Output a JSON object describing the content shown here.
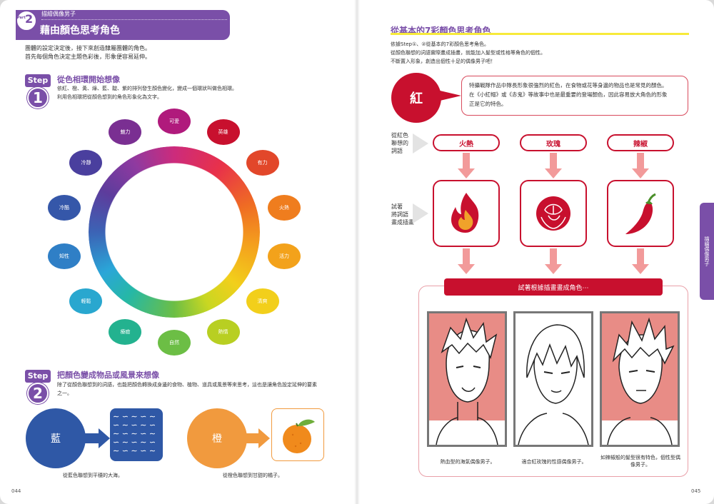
{
  "header": {
    "part_word": "Part",
    "part_num": "2",
    "series": "描繪偶像男子",
    "chapter_title": "藉由顏色思考角色"
  },
  "intro": {
    "line1": "團體的設定決定後，接下來創造隸屬團體的角色。",
    "line2": "首先每個角色決定主題色彩後，形象便容易延伸。"
  },
  "step1": {
    "word": "Step",
    "num": "1",
    "title": "從色相環開始想像",
    "desc1": "依紅、橙、黃、綠、藍、靛、紫的排列發生顏色變化，變成一個環狀叫做色相環。",
    "desc2": "利用色相環把從顏色想到的角色形象化為文字。",
    "bubbles": [
      {
        "label": "可愛",
        "color": "#b01a7c"
      },
      {
        "label": "英雄",
        "color": "#c8102e"
      },
      {
        "label": "有力",
        "color": "#e2472a"
      },
      {
        "label": "火熱",
        "color": "#ef7d1e"
      },
      {
        "label": "活力",
        "color": "#f3a21b"
      },
      {
        "label": "清爽",
        "color": "#f2cf1b"
      },
      {
        "label": "熱情",
        "color": "#b8cf22"
      },
      {
        "label": "自然",
        "color": "#6cbe45"
      },
      {
        "label": "療癒",
        "color": "#23b28f"
      },
      {
        "label": "輕鬆",
        "color": "#29a7cf"
      },
      {
        "label": "知性",
        "color": "#2f7fc6"
      },
      {
        "label": "冷酷",
        "color": "#3557a9"
      },
      {
        "label": "冷靜",
        "color": "#4a3f9e"
      },
      {
        "label": "魅力",
        "color": "#7a2f92"
      }
    ]
  },
  "step2": {
    "word": "Step",
    "num": "2",
    "title": "把顏色變成物品或風景來想像",
    "desc1": "除了從顏色聯想到的詞語，也能把顏色轉換成身邊的食物、植物、道具或風景等來思考，這也是讓角色設定延伸的要素",
    "desc2": "之一。",
    "blue_word": "藍",
    "blue_caption": "從藍色聯想到平穩的大海。",
    "orange_word": "橙",
    "orange_caption": "從橙色聯想到甘甜的橘子。",
    "sea_marks": "∼  ∽  ∼  ∽  ∼ ∽  ∼  ∽  ∼  ∽ ∼  ∽  ∼  ∽  ∼ ∽  ∼  ∽  ∼  ∽ ∼  ∽  ∼  ∽  ∼"
  },
  "right": {
    "title": "從基本的7彩顏色思考角色",
    "intro1": "依據Step①、②從基本的7彩顏色思考角色。",
    "intro2": "從顏色聯想的詞語實際畫成插畫，就能加入髮型或性格等角色的個性。",
    "intro3": "不斷置入形象，創造出個性十足的偶像男子吧！",
    "red_word": "紅",
    "red_desc1": "特攝戰隊作品中隊長形象很強烈的紅色，在食物或花等身邊的物品也是常見的顏色。",
    "red_desc2": "在《小紅帽》或《赤鬼》等故事中也是最重要的登場顏色，因此容易放大角色的形象",
    "red_desc3": "正是它的特色。",
    "assoc_label1": "從紅色",
    "assoc_label2": "聯想的",
    "assoc_label3": "詞語",
    "draw_label1": "試著",
    "draw_label2": "將詞語",
    "draw_label3": "畫成插畫",
    "words": [
      "火熱",
      "玫瑰",
      "辣椒"
    ],
    "draw_bar": "試著根據插畫畫成角色⋯",
    "captions": [
      "熱血型的海氣偶像男子。",
      "適合紅玫瑰的性感偶像男子。",
      "如辣椒般的髮型很有特色，個性型偶像男子。"
    ],
    "side_tab": "描繪偶像男子"
  },
  "pages": {
    "left": "044",
    "right": "045"
  }
}
